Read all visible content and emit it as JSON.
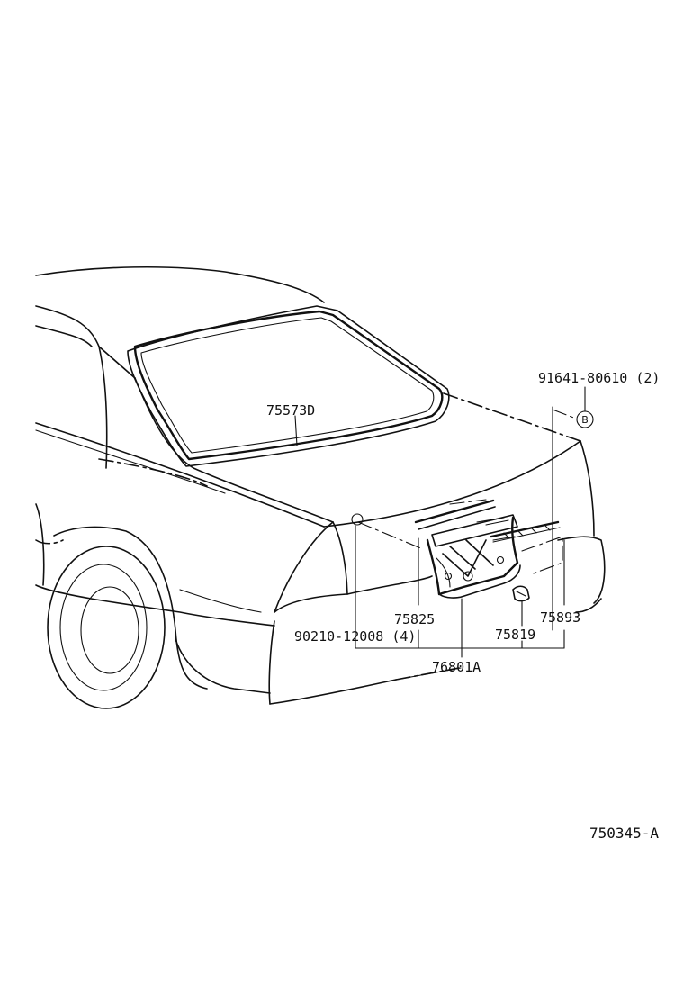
{
  "parts": {
    "back_window_weatherstrip": "75573D",
    "clip_ref": "91641-80610 (2)",
    "clip_ref_mark": "B",
    "garnish": "75825",
    "screw": "90210-12008 (4)",
    "back_panel_garnish_assy": "76801A",
    "bracket": "75893",
    "nut": "75819"
  },
  "diagram_code": "750345-A"
}
